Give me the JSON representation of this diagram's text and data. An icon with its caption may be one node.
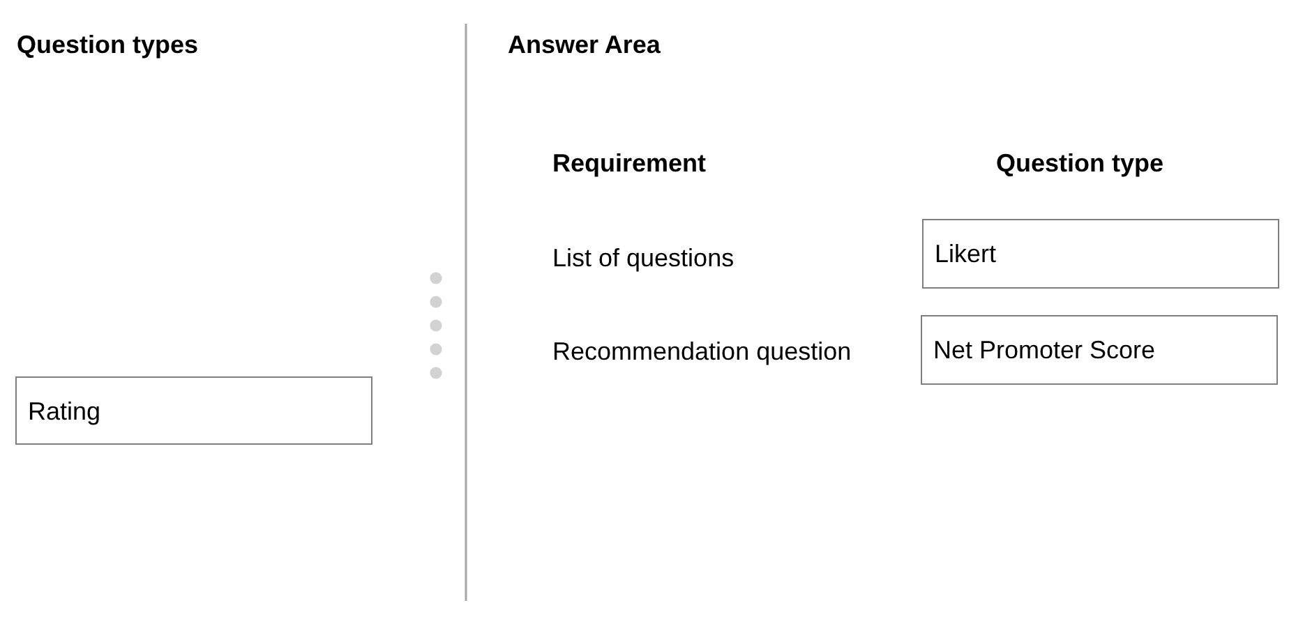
{
  "diagram": {
    "nodes": [
      {
        "text": [
          "Rating"
        ]
      },
      {
        "text": [
          "Likert"
        ]
      },
      {
        "text": [
          "Net Promoter Score"
        ]
      }
    ],
    "labels": [
      "Question types",
      "Answer Area",
      "Requirement",
      "Question type",
      "List of questions",
      "Recommendation question"
    ]
  }
}
